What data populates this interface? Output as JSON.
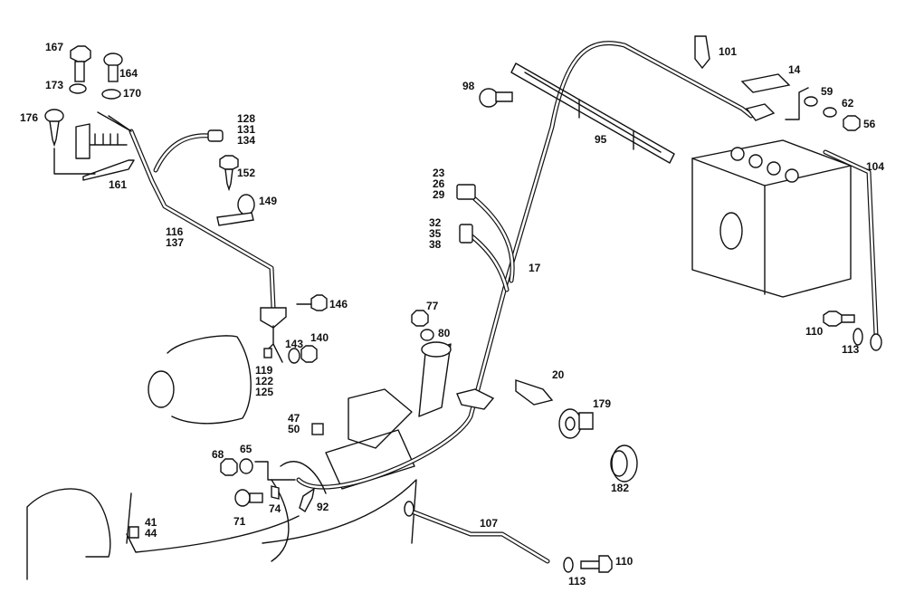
{
  "diagram": {
    "type": "exploded parts diagram",
    "callouts": {
      "c167": "167",
      "c164": "164",
      "c173": "173",
      "c170": "170",
      "c176": "176",
      "c161": "161",
      "c128": "128",
      "c131": "131",
      "c134": "134",
      "c152": "152",
      "c149": "149",
      "c116": "116",
      "c137": "137",
      "c146": "146",
      "c143": "143",
      "c140": "140",
      "c119": "119",
      "c122": "122",
      "c125": "125",
      "c77": "77",
      "c80": "80",
      "c23": "23",
      "c26": "26",
      "c29": "29",
      "c32": "32",
      "c35": "35",
      "c38": "38",
      "c17": "17",
      "c98": "98",
      "c95": "95",
      "c101": "101",
      "c14": "14",
      "c59": "59",
      "c62": "62",
      "c56": "56",
      "c104": "104",
      "c110a": "110",
      "c113a": "113",
      "c20": "20",
      "c179": "179",
      "c182": "182",
      "c47": "47",
      "c50": "50",
      "c68": "68",
      "c65": "65",
      "c71": "71",
      "c74": "74",
      "c92": "92",
      "c41": "41",
      "c44": "44",
      "c107": "107",
      "c110b": "110",
      "c113b": "113"
    }
  }
}
